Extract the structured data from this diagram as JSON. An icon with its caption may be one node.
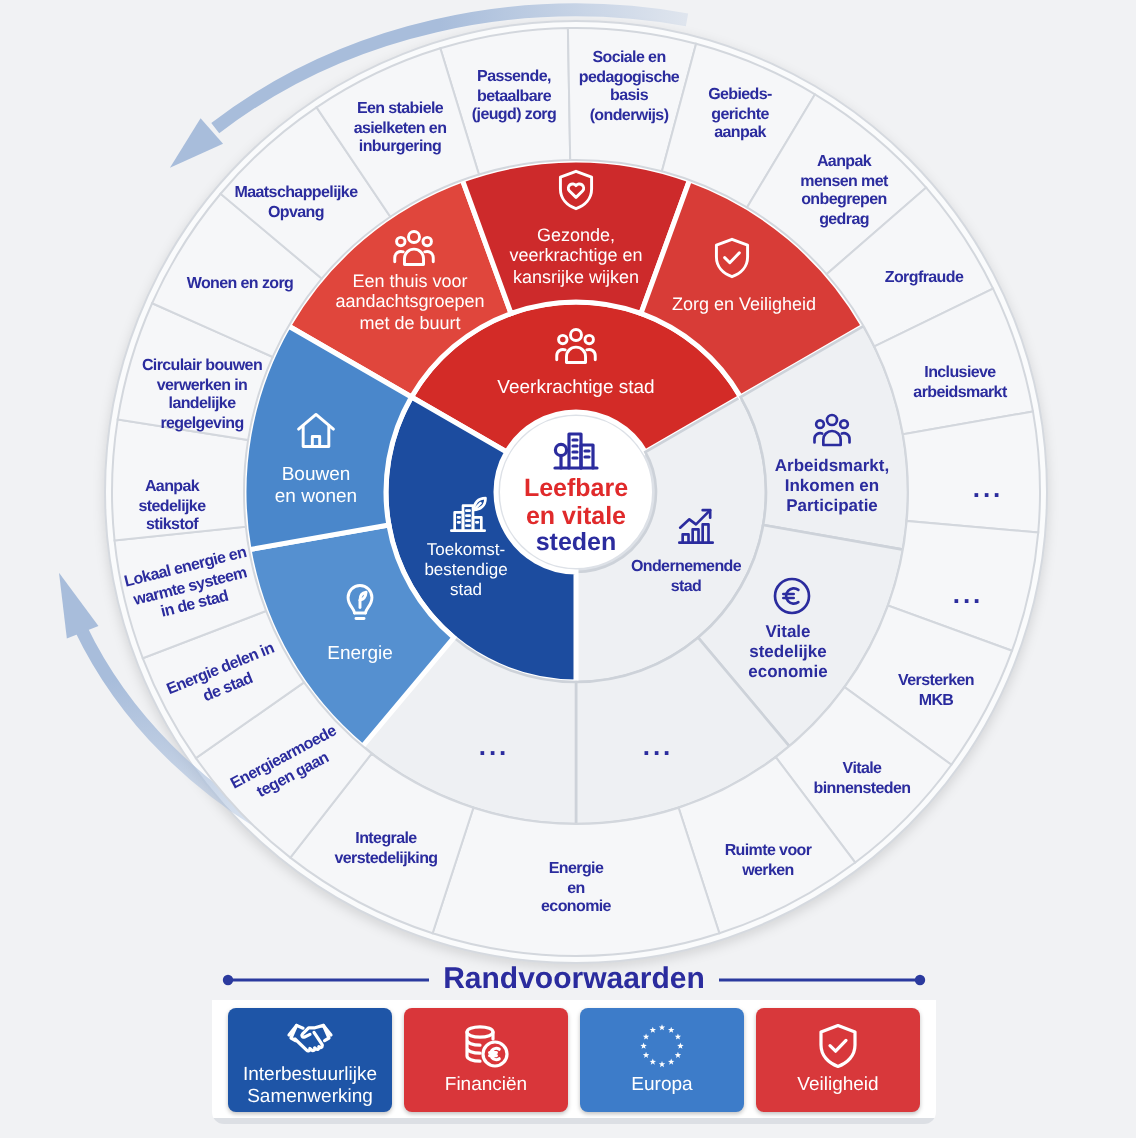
{
  "diagram": {
    "nodes": [
      {
        "text": [
          "Leefbare en vitale",
          "steden"
        ]
      },
      {
        "text": [
          "Veerkrachtige stad"
        ]
      },
      {
        "text": [
          "Ondernemende stad"
        ]
      },
      {
        "text": [
          "Toekomst- bestendige stad"
        ]
      },
      {
        "text": [
          "Een thuis voor aandachtsgroepen met de buurt"
        ]
      },
      {
        "text": [
          "Gezonde, veerkrachtige en kansrijke wijken"
        ]
      },
      {
        "text": [
          "Zorg en Veiligheid"
        ]
      },
      {
        "text": [
          "Arbeidsmarkt, Inkomen en Participatie"
        ]
      },
      {
        "text": [
          "Vitale stedelijke economie"
        ]
      },
      {
        "text": [
          "..."
        ]
      },
      {
        "text": [
          "..."
        ]
      },
      {
        "text": [
          "Energie"
        ]
      },
      {
        "text": [
          "Bouwen en wonen"
        ]
      },
      {
        "text": [
          "Passende, betaalbare (jeugd) zorg"
        ]
      },
      {
        "text": [
          "Sociale en pedagogische basis (onderwijs)"
        ]
      },
      {
        "text": [
          "Gebieds- gerichte aanpak"
        ]
      },
      {
        "text": [
          "Aanpak mensen met onbegrepen gedrag"
        ]
      },
      {
        "text": [
          "Zorgfraude"
        ]
      },
      {
        "text": [
          "Inclusieve arbeidsmarkt"
        ]
      },
      {
        "text": [
          "..."
        ]
      },
      {
        "text": [
          "..."
        ]
      },
      {
        "text": [
          "Versterken MKB"
        ]
      },
      {
        "text": [
          "Vitale binnensteden"
        ]
      },
      {
        "text": [
          "Ruimte voor werken"
        ]
      },
      {
        "text": [
          "Energie en economie"
        ]
      },
      {
        "text": [
          "Integrale verstedelijking"
        ]
      },
      {
        "text": [
          "Energiearmoede tegen gaan"
        ]
      },
      {
        "text": [
          "Energie delen in de stad"
        ]
      },
      {
        "text": [
          "Lokaal energie en warmte systeem in de stad"
        ]
      },
      {
        "text": [
          "Aanpak stedelijke stikstof"
        ]
      },
      {
        "text": [
          "Circulair bouwen verwerken in landelijke regelgeving"
        ]
      },
      {
        "text": [
          "Wonen en zorg"
        ]
      },
      {
        "text": [
          "Maatschappelijke Opvang"
        ]
      },
      {
        "text": [
          "Een stabiele asielketen en inburgering"
        ]
      },
      {
        "text": [
          "Randvoorwaarden"
        ]
      },
      {
        "text": [
          "Interbestuurlijke Samenwerking"
        ],
        "in": 34
      },
      {
        "text": [
          "Financiën"
        ],
        "in": 34
      },
      {
        "text": [
          "Europa"
        ],
        "in": 34
      },
      {
        "text": [
          "Veiligheid"
        ],
        "in": 34
      }
    ]
  }
}
